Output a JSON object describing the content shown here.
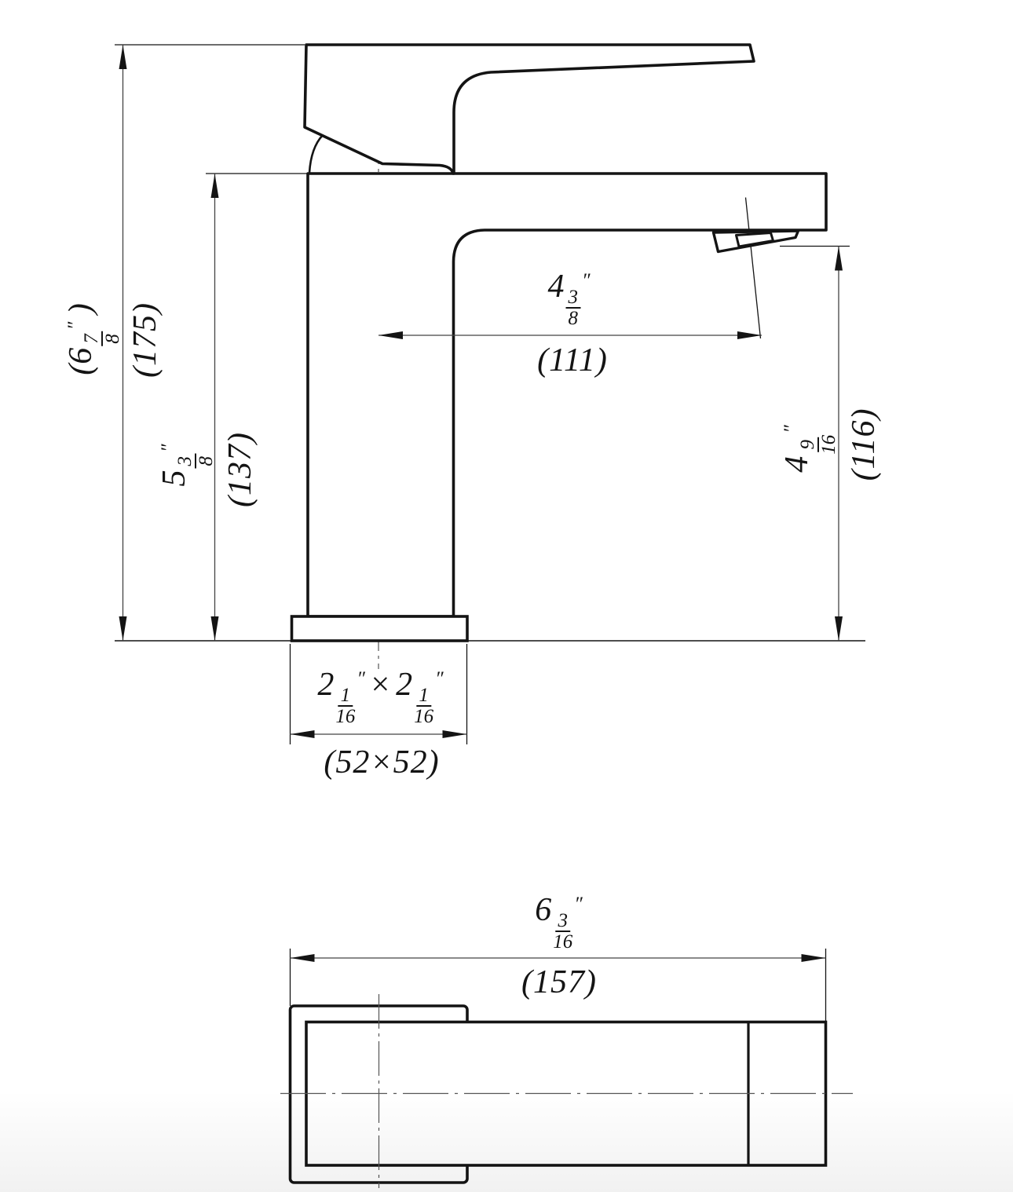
{
  "drawing": {
    "type": "technical-dimension-drawing",
    "subject": "single-handle bathroom faucet, side view and top view",
    "line_color": "#141414",
    "background": "#ffffff"
  },
  "dimensions": {
    "overall_height_in": {
      "prefix": "(",
      "whole": "6",
      "num": "7",
      "den": "8",
      "unit": "″",
      "suffix": " )"
    },
    "overall_height_mm": "(175)",
    "deck_height_in": {
      "prefix": "",
      "whole": "5",
      "num": "3",
      "den": "8",
      "unit": "″",
      "suffix": ""
    },
    "deck_height_mm": "(137)",
    "spout_reach_in": {
      "prefix": "",
      "whole": "4",
      "num": "3",
      "den": "8",
      "unit": "″",
      "suffix": ""
    },
    "spout_reach_mm": "(111)",
    "outlet_height_in": {
      "prefix": "",
      "whole": "4",
      "num": "9",
      "den": "16",
      "unit": "″",
      "suffix": ""
    },
    "outlet_height_mm": "(116)",
    "base_size_in": {
      "whole1": "2",
      "num1": "1",
      "den1": "16",
      "unit1": "″",
      "sep": "×",
      "whole2": "2",
      "num2": "1",
      "den2": "16",
      "unit2": "″"
    },
    "base_size_mm": "(52×52)",
    "overall_length_in": {
      "prefix": "",
      "whole": "6",
      "num": "3",
      "den": "16",
      "unit": "″",
      "suffix": ""
    },
    "overall_length_mm": "(157)"
  }
}
